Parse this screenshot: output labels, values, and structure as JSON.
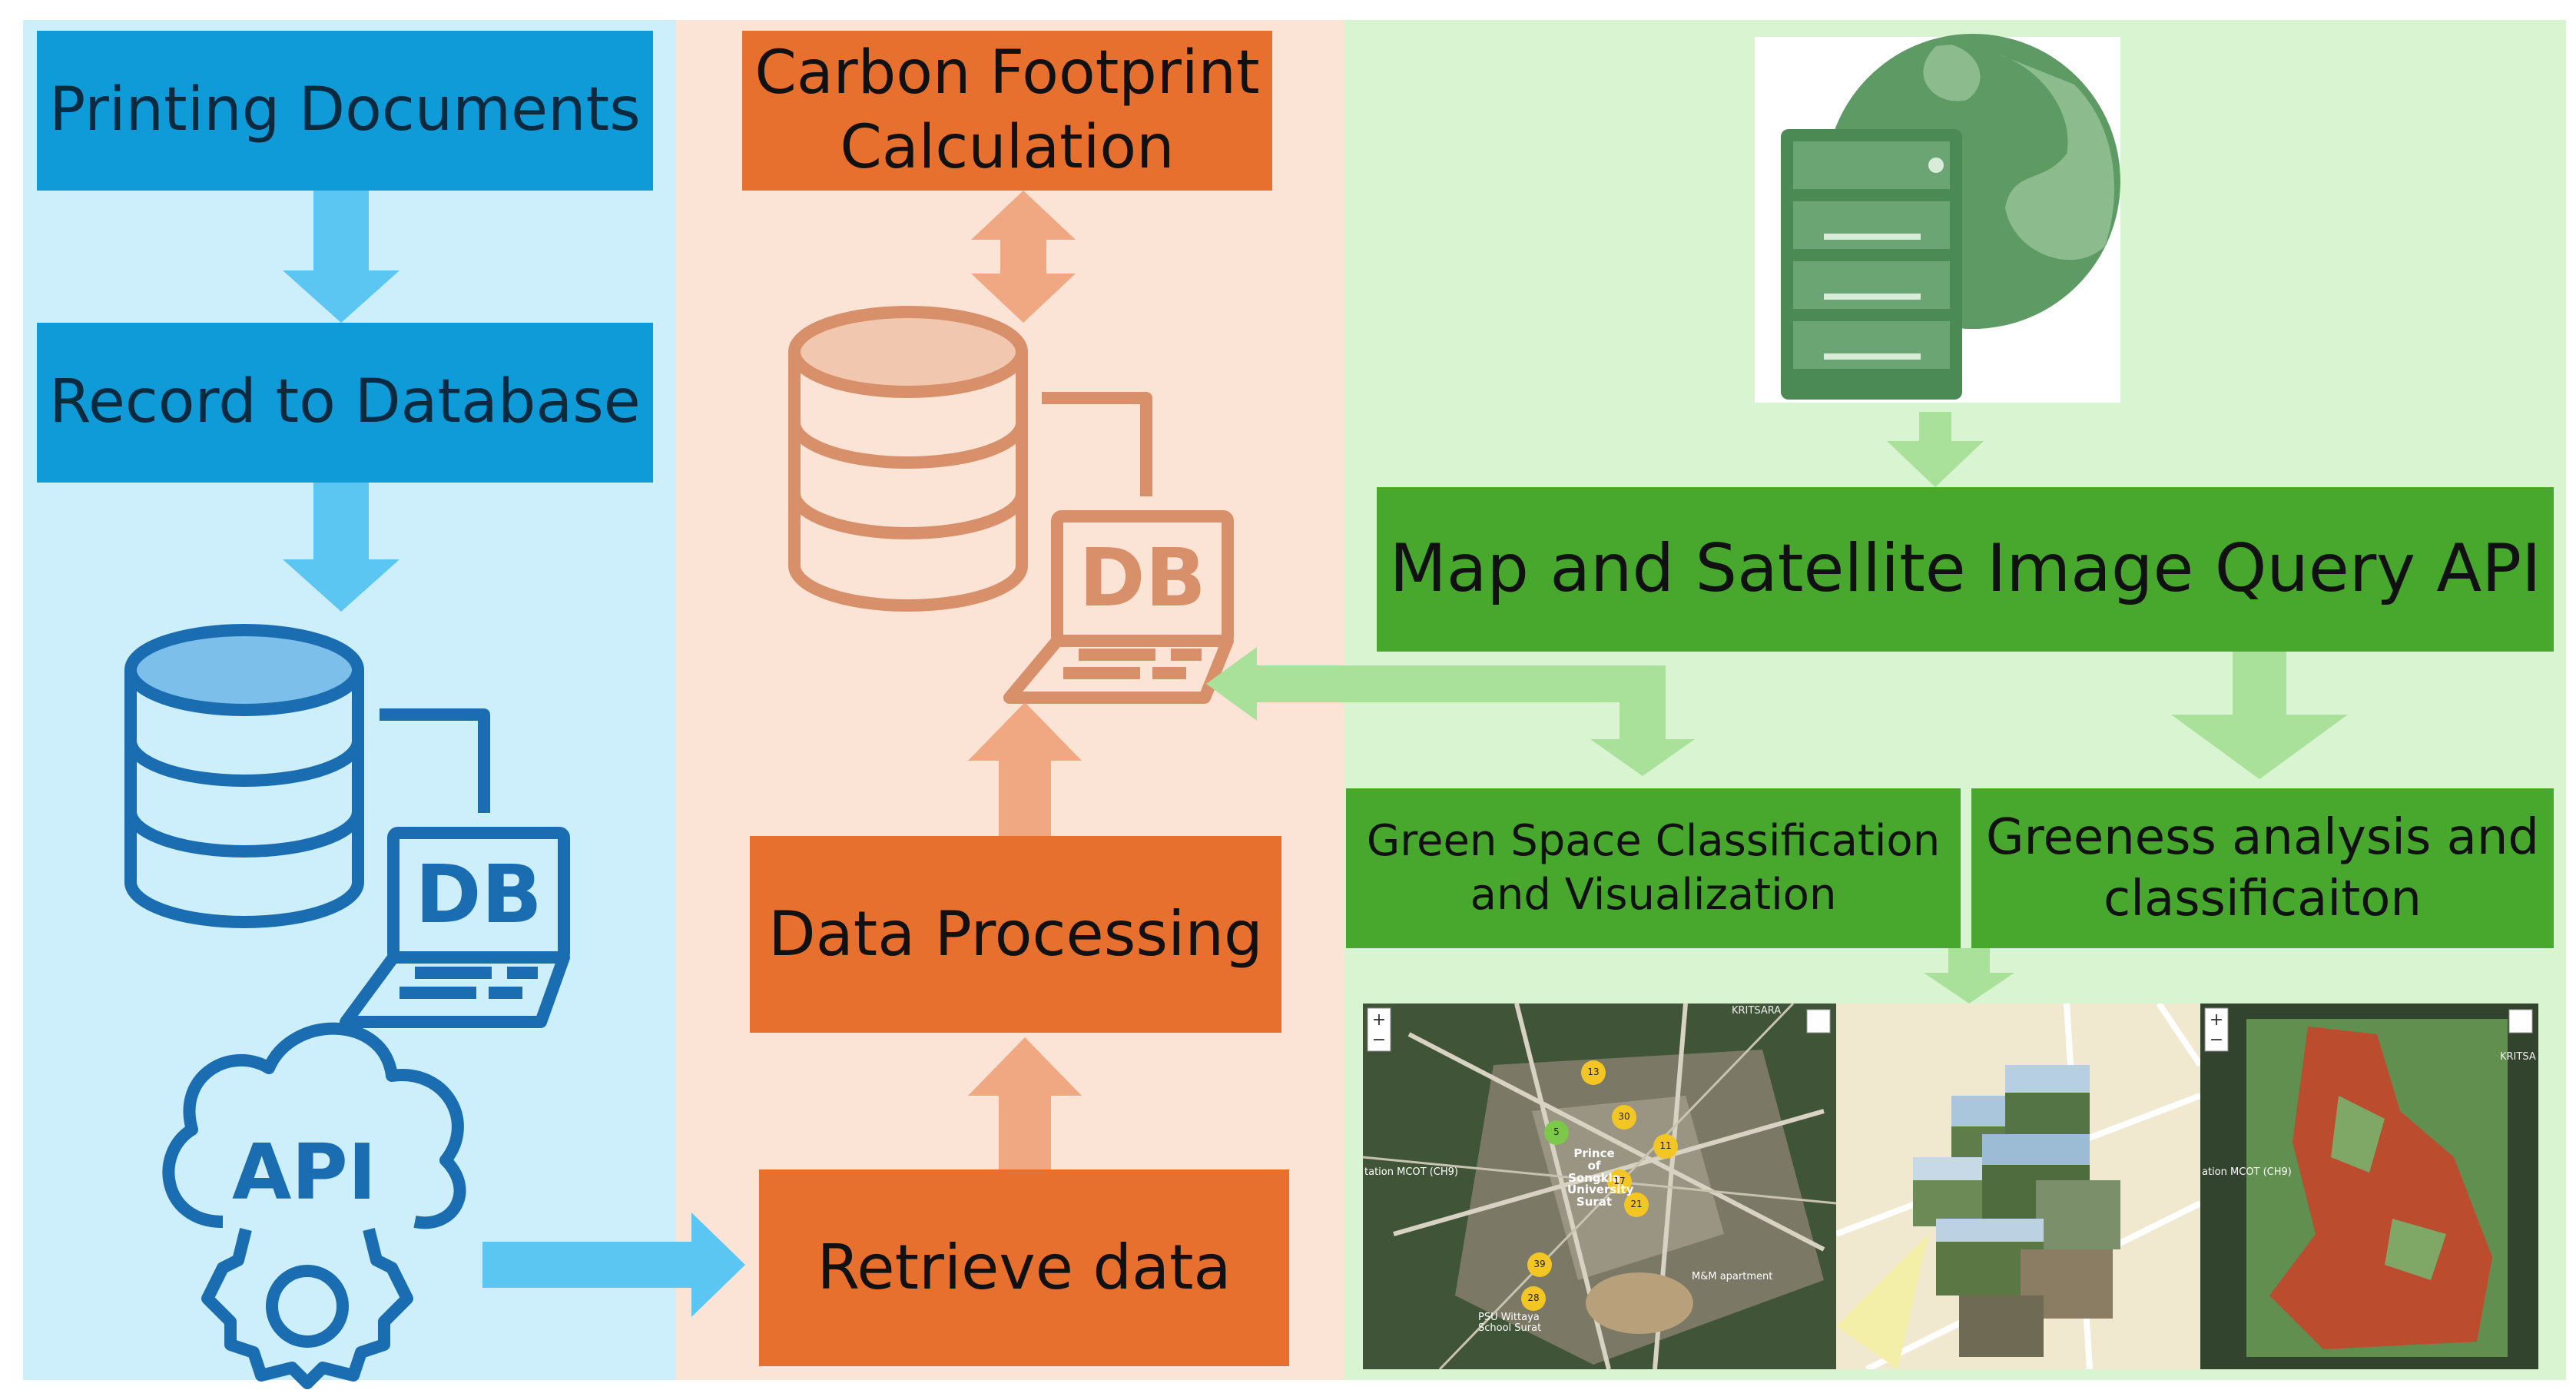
{
  "colors": {
    "panel_blue": "#cdeefb",
    "panel_peach": "#fbe3d6",
    "panel_green": "#d9f4d1",
    "box_blue": "#0e9bd8",
    "box_orange": "#e8702f",
    "box_green": "#48a82e",
    "icon_blue": "#1a6db0",
    "icon_orange": "#d8906a",
    "arrow_blue": "#5cc6f3",
    "arrow_orange": "#f0a883",
    "arrow_green": "#a9e19a",
    "globe_green": "#5d9a64",
    "server_green": "#4b8a55"
  },
  "left": {
    "step1": "Printing Documents",
    "step2": "Record to Database",
    "db_icon_text": "DB",
    "api_icon_text": "API",
    "icons": [
      "database-icon",
      "laptop-icon",
      "cloud-api-icon",
      "gear-icon"
    ]
  },
  "middle": {
    "top_line1": "Carbon Footprint",
    "top_line2": "Calculation",
    "processing": "Data Processing",
    "retrieve": "Retrieve data",
    "db_icon_text": "DB",
    "icons": [
      "database-icon",
      "laptop-icon"
    ]
  },
  "right": {
    "api_box": "Map and Satellite Image Query API",
    "classification_line1": "Green Space Classification",
    "classification_line2": "and Visualization",
    "greeness_line1": "Greeness analysis and",
    "greeness_line2": "classificaiton",
    "icons": [
      "server-icon",
      "globe-icon"
    ],
    "map1_labels": {
      "campus": "Prince of Songkla University Surat",
      "road_top": "KRITSARA",
      "left_place": "tation MCOT (CH9)",
      "school": "PSU Wittaya School Surat",
      "apt": "M&M apartment",
      "cluster_values": [
        "13",
        "30",
        "11",
        "17",
        "21",
        "39",
        "28",
        "5"
      ]
    },
    "map3_labels": {
      "road_top": "KRITSA",
      "left_place": "ation MCOT (CH9)"
    }
  }
}
